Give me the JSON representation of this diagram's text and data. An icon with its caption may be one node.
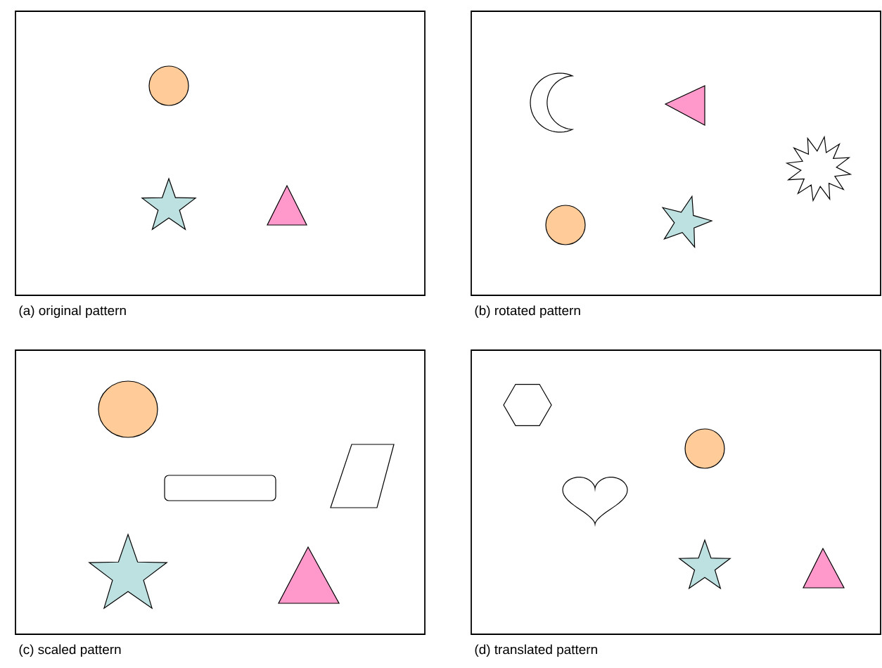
{
  "diagram": {
    "nodes": [
      {
        "text": [
          "(a) original pattern"
        ]
      },
      {
        "text": [],
        "shape": "circle",
        "in": 0
      },
      {
        "text": [],
        "shape": "star",
        "in": 0
      },
      {
        "text": [],
        "shape": "triangle",
        "in": 0
      },
      {
        "text": [
          "(b) rotated pattern"
        ]
      },
      {
        "text": [],
        "shape": "crescent",
        "in": 4
      },
      {
        "text": [],
        "shape": "triangle",
        "in": 4
      },
      {
        "text": [],
        "shape": "starburst",
        "in": 4
      },
      {
        "text": [],
        "shape": "circle",
        "in": 4
      },
      {
        "text": [],
        "shape": "star",
        "in": 4
      },
      {
        "text": [
          "(c) scaled pattern"
        ]
      },
      {
        "text": [],
        "shape": "circle",
        "in": 10
      },
      {
        "text": [],
        "shape": "box",
        "in": 10
      },
      {
        "text": [],
        "shape": "parallelogram",
        "in": 10
      },
      {
        "text": [],
        "shape": "star",
        "in": 10
      },
      {
        "text": [],
        "shape": "triangle",
        "in": 10
      },
      {
        "text": [
          "(d) translated pattern"
        ]
      },
      {
        "text": [],
        "shape": "hexagon",
        "in": 16
      },
      {
        "text": [],
        "shape": "circle",
        "in": 16
      },
      {
        "text": [],
        "shape": "heart",
        "in": 16
      },
      {
        "text": [],
        "shape": "star",
        "in": 16
      },
      {
        "text": [],
        "shape": "triangle",
        "in": 16
      }
    ]
  }
}
